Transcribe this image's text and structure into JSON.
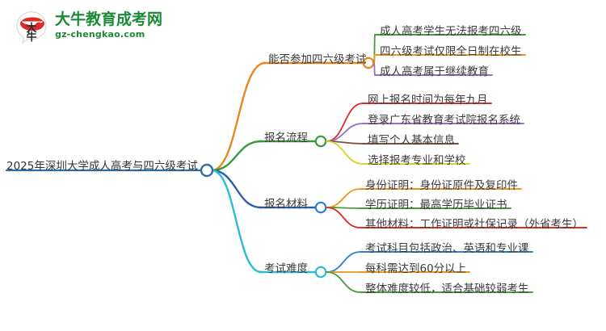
{
  "logo": {
    "mark_name": "daniu-bull-logo-icon",
    "cn_name": "大牛教育成考网",
    "domain": "gz-chengkao.com",
    "color": "#1a8a35"
  },
  "mindmap": {
    "root": {
      "label": "2025年深圳大学成人高考与四六级考试",
      "color": "#2e6da4",
      "node_color": "#2e6da4"
    },
    "branches": [
      {
        "label": "能否参加四六级考试",
        "color": "#e8861f",
        "node_color": "#e8861f",
        "children": [
          {
            "label": "成人高考学生无法报考四六级",
            "color": "#4a9b3f"
          },
          {
            "label": "四六级考试仅限全日制在校生",
            "color": "#f0941f"
          },
          {
            "label": "成人高考属于继续教育",
            "color": "#9b6fc4"
          }
        ]
      },
      {
        "label": "报名流程",
        "color": "#3a9a3a",
        "node_color": "#3a9a3a",
        "children": [
          {
            "label": "网上报名时间为每年九月",
            "color": "#e02b2b"
          },
          {
            "label": "登录广东省教育考试院报名系统",
            "color": "#9b6fc4"
          },
          {
            "label": "填写个人基本信息",
            "color": "#7a4f3a"
          },
          {
            "label": "选择报考专业和学校",
            "color": "#d4d42b"
          }
        ]
      },
      {
        "label": "报名材料",
        "color": "#2f5fa8",
        "node_color": "#2f7fd0",
        "children": [
          {
            "label": "身份证明：身份证原件及复印件",
            "color": "#f0941f"
          },
          {
            "label": "学历证明：最高学历毕业证书",
            "color": "#4a9b3f"
          },
          {
            "label": "其他材料：工作证明或社保记录（外省考生）",
            "color": "#e02b2b"
          }
        ]
      },
      {
        "label": "考试难度",
        "color": "#2bbcd4",
        "node_color": "#2bbcd4",
        "children": [
          {
            "label": "考试科目包括政治、英语和专业课",
            "color": "#2f7fd0"
          },
          {
            "label": "每科需达到60分以上",
            "color": "#f0941f"
          },
          {
            "label": "整体难度较低，适合基础较弱考生",
            "color": "#4a9b3f"
          }
        ]
      }
    ]
  }
}
